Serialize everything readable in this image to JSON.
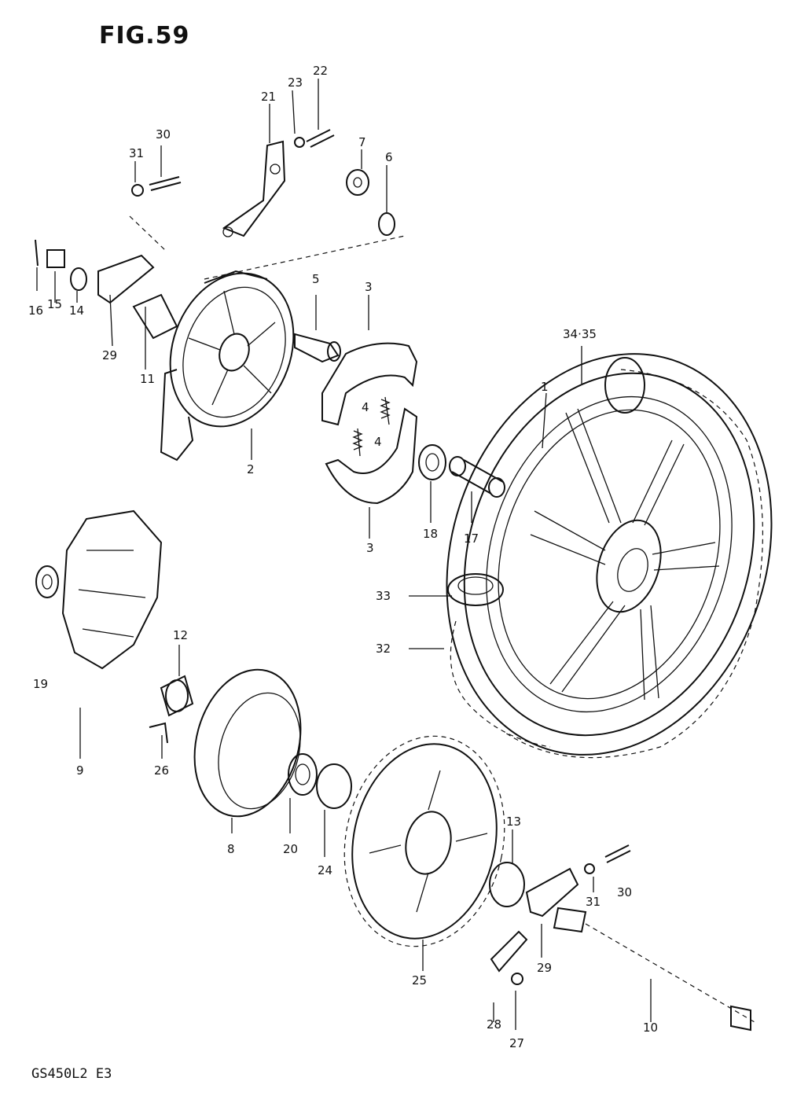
{
  "title": "FIG.59",
  "footer": "GS450L2 E3",
  "callouts": {
    "c1": "1",
    "c2": "2",
    "c3a": "3",
    "c3b": "3",
    "c4a": "4",
    "c4b": "4",
    "c5": "5",
    "c6": "6",
    "c7": "7",
    "c8": "8",
    "c9": "9",
    "c10": "10",
    "c11": "11",
    "c12": "12",
    "c13": "13",
    "c14": "14",
    "c15": "15",
    "c16": "16",
    "c17": "17",
    "c18": "18",
    "c19": "19",
    "c20": "20",
    "c21": "21",
    "c22": "22",
    "c23": "23",
    "c24": "24",
    "c25": "25",
    "c26": "26",
    "c27": "27",
    "c28": "28",
    "c29a": "29",
    "c29b": "29",
    "c30a": "30",
    "c30b": "30",
    "c31a": "31",
    "c31b": "31",
    "c32": "32",
    "c33": "33",
    "c3435": "34·35"
  }
}
